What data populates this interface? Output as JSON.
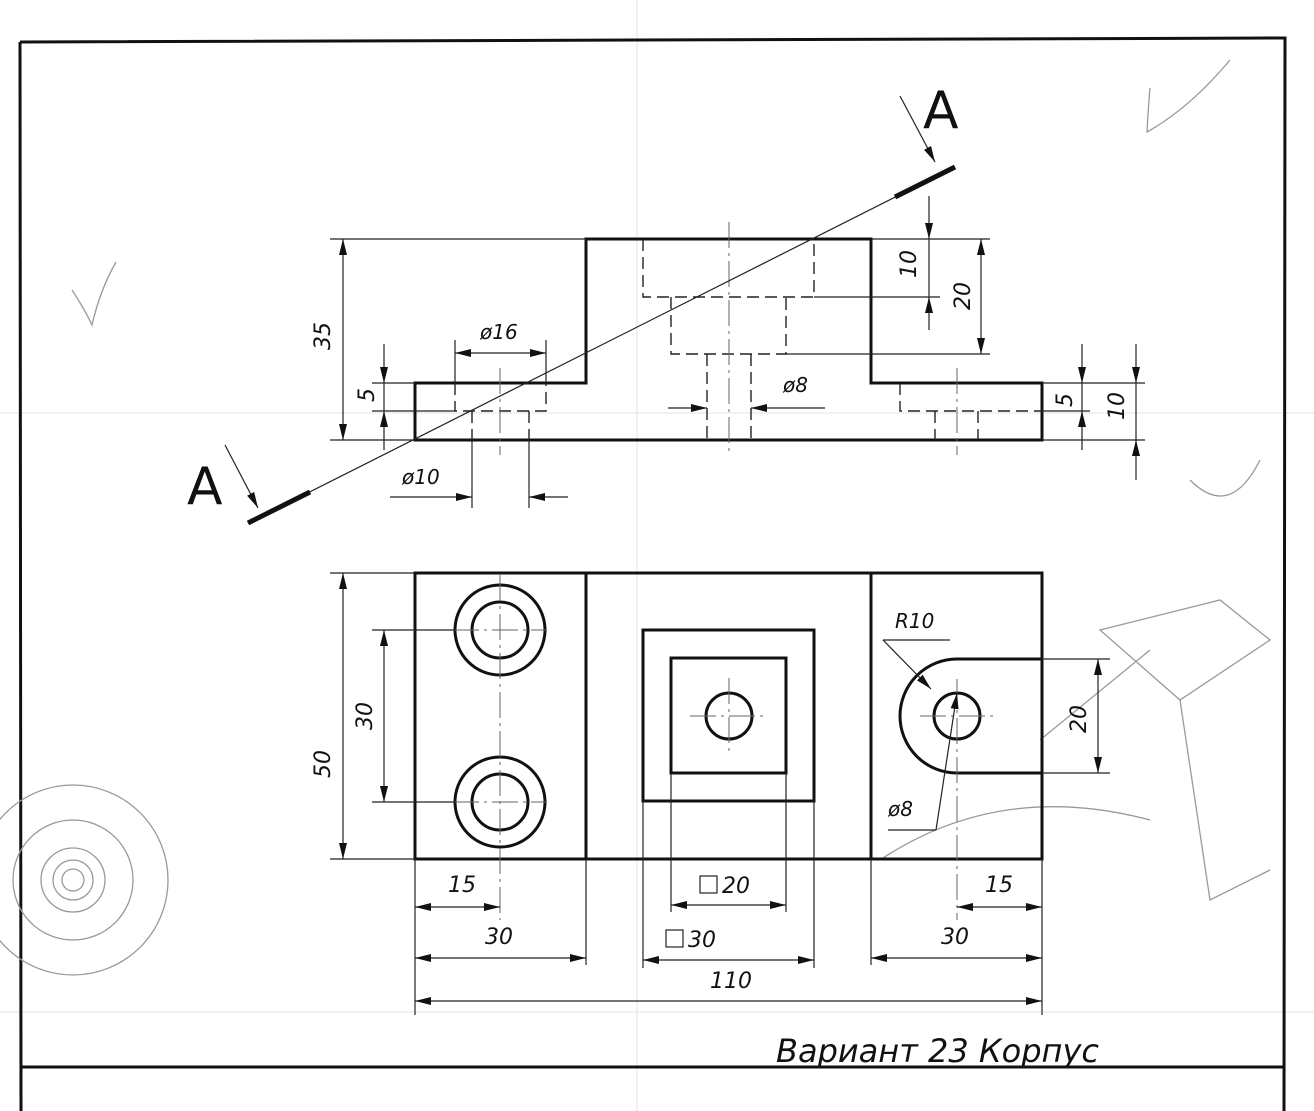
{
  "section": {
    "letter_top": "A",
    "letter_bottom": "A"
  },
  "front_view": {
    "dims": {
      "height_total": "35",
      "flange_left": "5",
      "bore_top_dia": "ø16",
      "bore_bottom_dia": "ø10",
      "center_hole_dia": "ø8",
      "pocket_depth": "10",
      "bore_depth": "20",
      "flange_right": "5",
      "height_right": "10"
    }
  },
  "top_view": {
    "dims": {
      "width_total": "50",
      "hole_spacing": "30",
      "radius": "R10",
      "lug_width": "20",
      "small_hole_dia": "ø8",
      "left_offset": "15",
      "left_block": "30",
      "inner_square": "20",
      "outer_square": "30",
      "right_block": "30",
      "right_offset": "15",
      "overall_length": "110"
    }
  },
  "caption": "Вариант 23 Корпус"
}
